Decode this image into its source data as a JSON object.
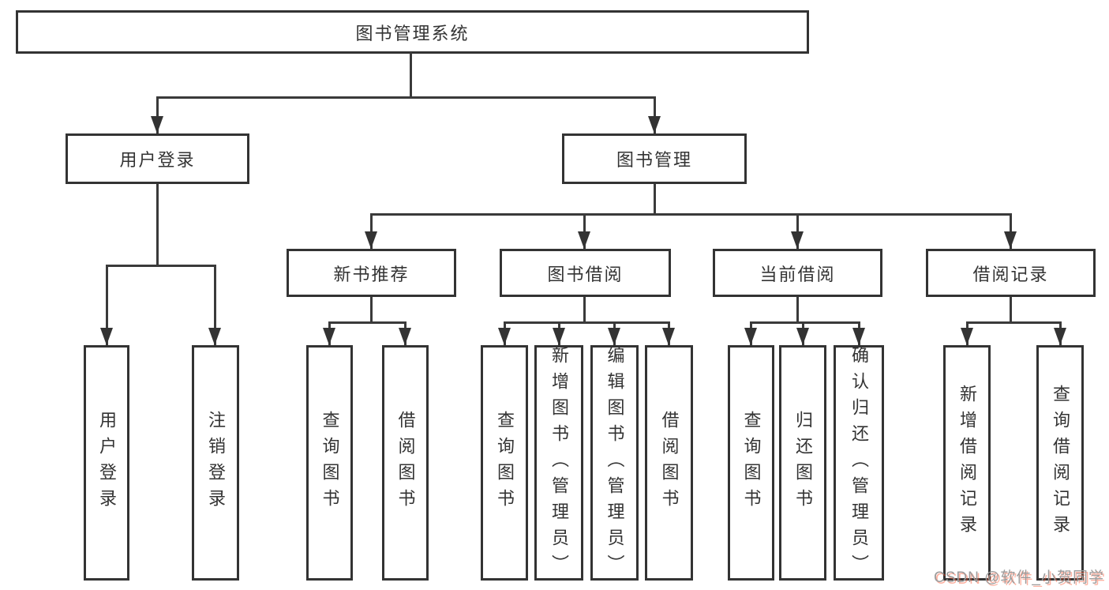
{
  "diagram": {
    "root": "图书管理系统",
    "branches": {
      "user": "用户登录",
      "book": "图书管理"
    },
    "modules": [
      "新书推荐",
      "图书借阅",
      "当前借阅",
      "借阅记录"
    ],
    "leaves": {
      "user": [
        "用户登录",
        "注销登录"
      ],
      "recommend": [
        "查询图书",
        "借阅图书"
      ],
      "borrow": [
        "查询图书",
        "新增图书（管理员）",
        "编辑图书（管理员）",
        "借阅图书"
      ],
      "current": [
        "查询图书",
        "归还图书",
        "确认归还（管理员）"
      ],
      "records": [
        "新增借阅记录",
        "查询借阅记录"
      ]
    }
  },
  "colors": {
    "line": "#3a3a3a",
    "box_border": "#333333",
    "text": "#333333",
    "watermark_text": "#9c9c9c",
    "watermark_shadow": "#fc5531"
  },
  "watermark": "CSDN @软件_小贺同学"
}
